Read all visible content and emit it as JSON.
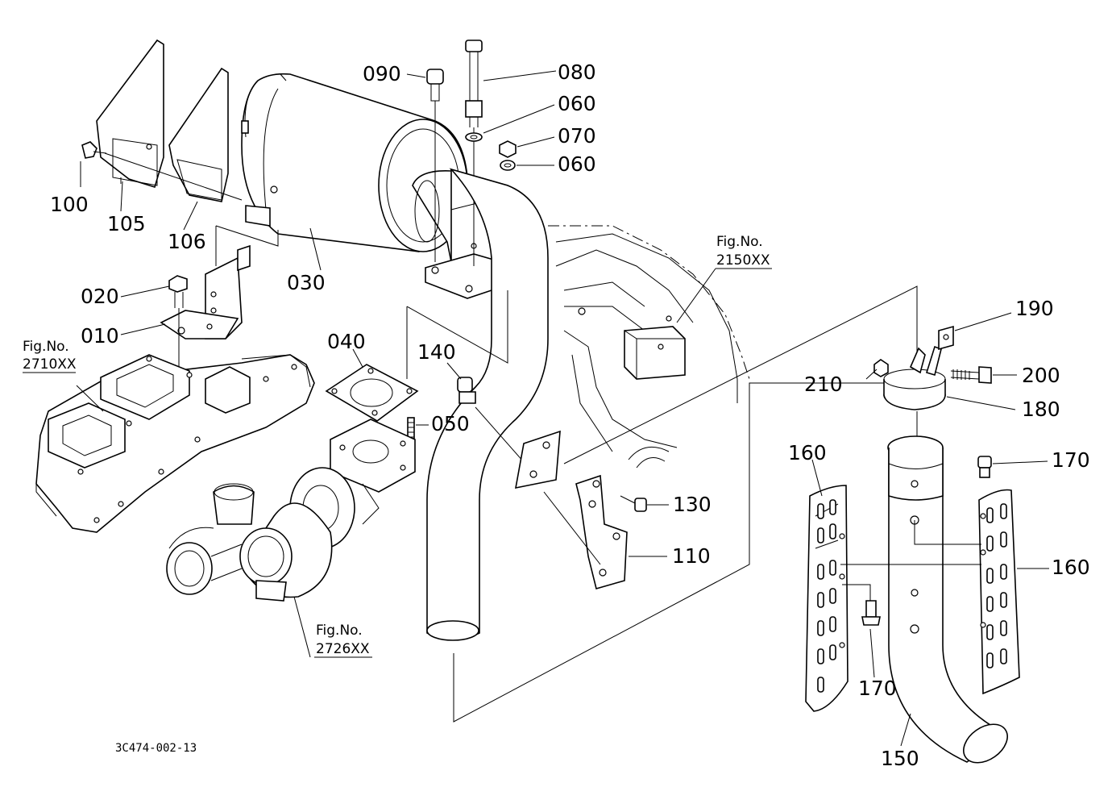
{
  "diagram": {
    "part_labels": {
      "p090": "090",
      "p080": "080",
      "p060a": "060",
      "p070": "070",
      "p060b": "060",
      "p100": "100",
      "p105": "105",
      "p106": "106",
      "p030": "030",
      "p020": "020",
      "p010": "010",
      "p040": "040",
      "p140": "140",
      "p050": "050",
      "p130": "130",
      "p110": "110",
      "p190": "190",
      "p210": "210",
      "p200": "200",
      "p180": "180",
      "p160a": "160",
      "p170a": "170",
      "p160b": "160",
      "p170b": "170",
      "p150": "150"
    },
    "fig_refs": {
      "f2150_title": "Fig.No.",
      "f2150_code": "2150XX",
      "f2710_title": "Fig.No.",
      "f2710_code": "2710XX",
      "f2726_title": "Fig.No.",
      "f2726_code": "2726XX"
    },
    "drawing_code": "3C474-002-13"
  }
}
